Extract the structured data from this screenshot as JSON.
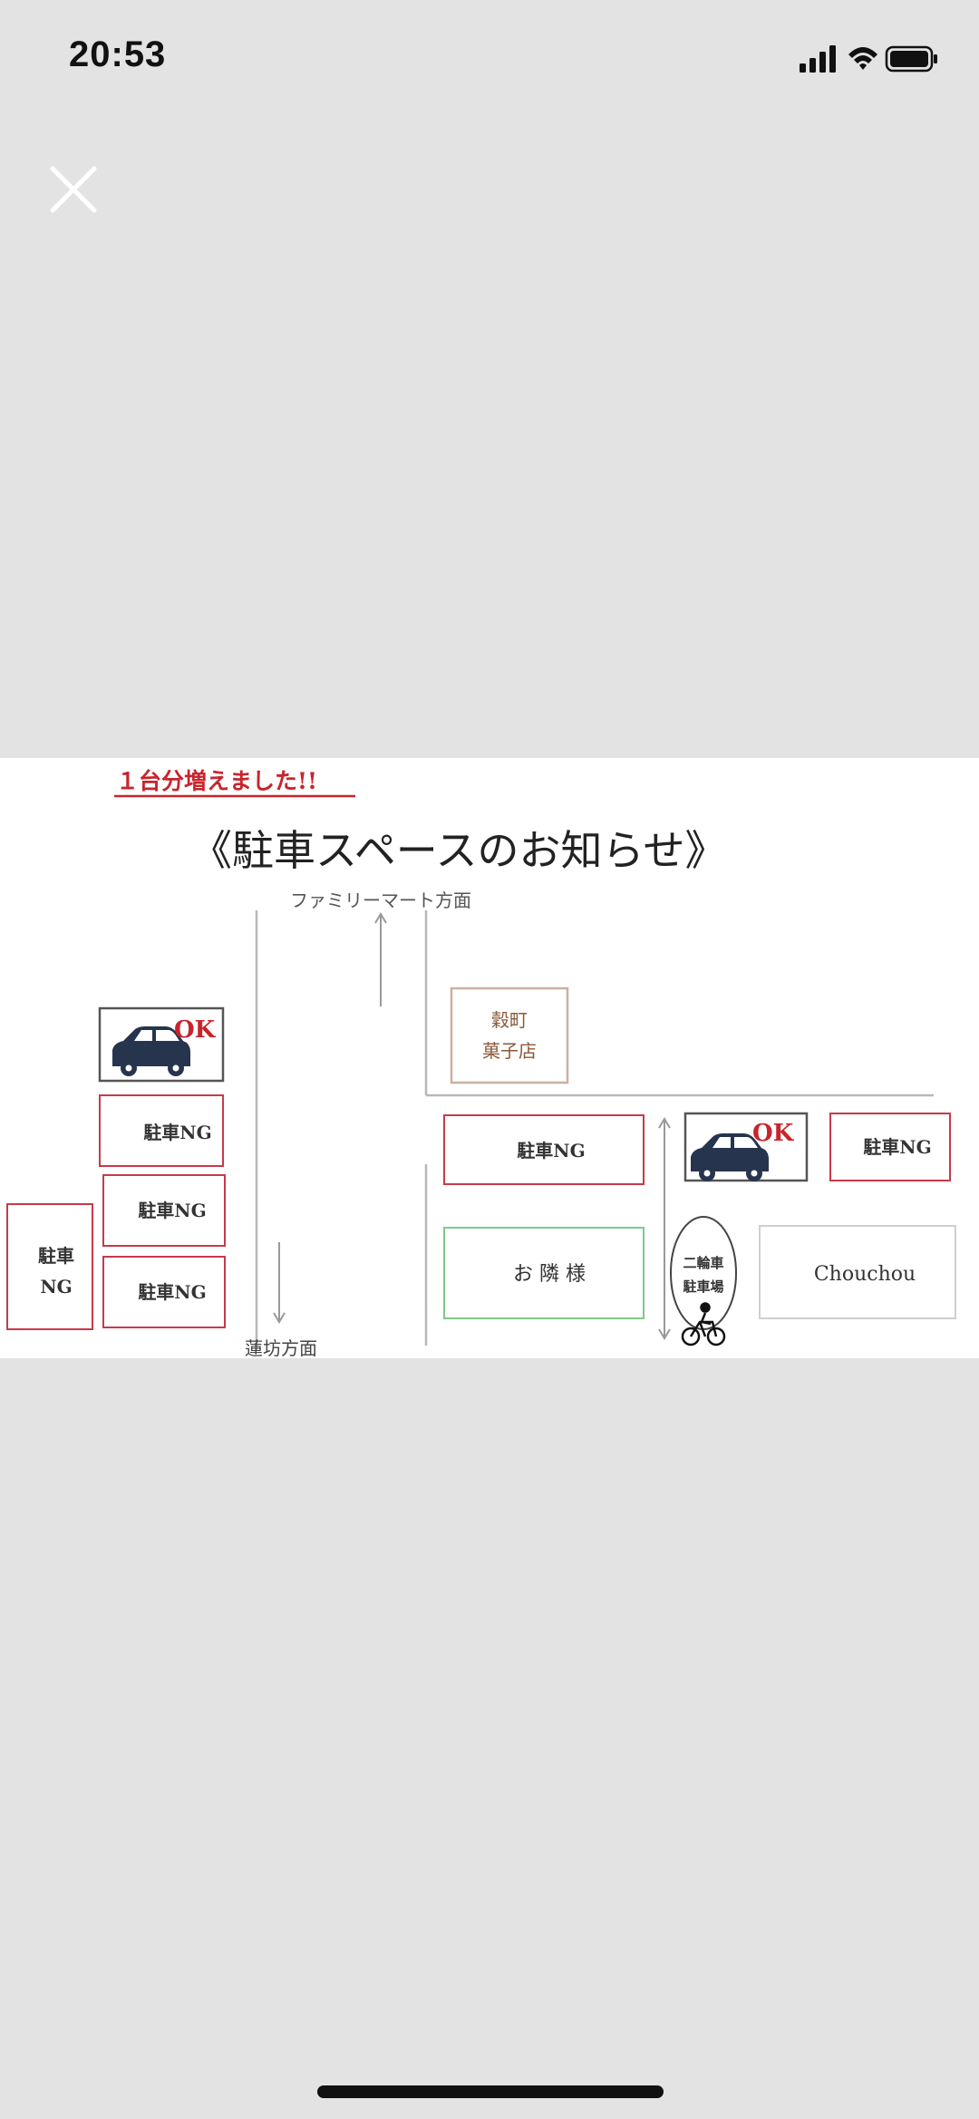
{
  "status_bar": {
    "time": "20:53",
    "icons": [
      "signal-icon",
      "wifi-icon",
      "battery-icon"
    ]
  },
  "viewer": {
    "close_icon": "close-icon"
  },
  "notice": {
    "banner": "１台分増えました!!",
    "title": "《駐車スペースのお知らせ》",
    "direction_top": "ファミリーマート方面",
    "direction_bottom": "蓮坊方面",
    "shop_name": "穀町",
    "shop_name_line2": "菓子店",
    "ok_label": "OK",
    "ng_label": "駐車NG",
    "ng_tall_line1": "駐車",
    "ng_tall_line2": "NG",
    "neighbor": "お 隣 様",
    "bike_line1": "二輪車",
    "bike_line2": "駐車場",
    "chouchou": "Chouchou",
    "colors": {
      "accent_red": "#c8242c",
      "ng_border": "#c73a4a",
      "neighbor_border": "#7fc98a",
      "car": "#27344e"
    }
  }
}
